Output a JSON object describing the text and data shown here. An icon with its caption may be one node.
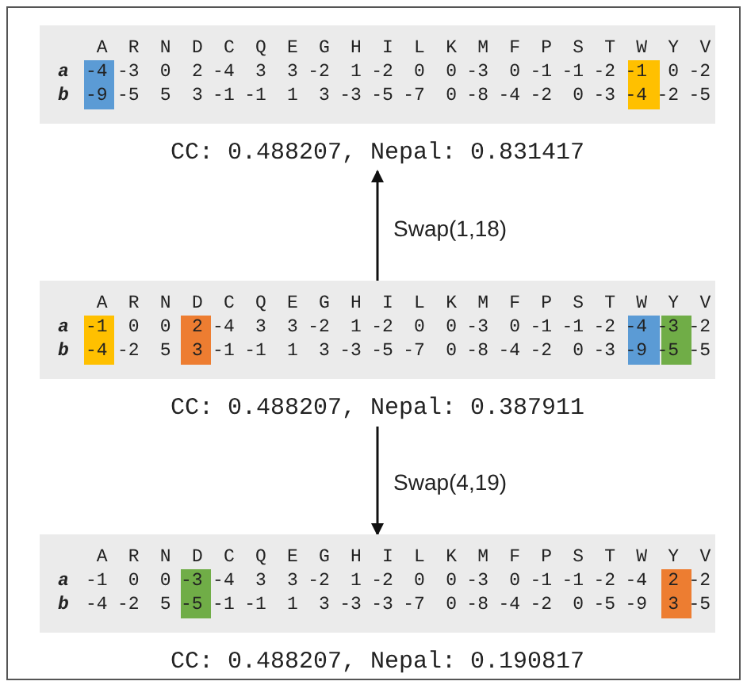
{
  "diagram": {
    "nodes": [
      {
        "text": [
          "CC: 0.488207, Nepal: 0.831417"
        ]
      },
      {
        "text": [
          "CC: 0.488207, Nepal: 0.387911"
        ]
      },
      {
        "text": [
          "CC: 0.488207, Nepal: 0.190817"
        ]
      }
    ],
    "edges": [
      {
        "from": 1,
        "to": 0,
        "arrow": "to",
        "label": "Swap(1,18)"
      },
      {
        "from": 1,
        "to": 2,
        "arrow": "to",
        "label": "Swap(4,19)"
      }
    ],
    "labels": [
      "A",
      "R",
      "N",
      "D",
      "C",
      "Q",
      "E",
      "G",
      "H",
      "I",
      "L",
      "K",
      "M",
      "F",
      "P",
      "S",
      "T",
      "W",
      "Y",
      "V",
      "a",
      "-4",
      "-3",
      "0",
      "2",
      "-4",
      "3",
      "3",
      "-2",
      "1",
      "-2",
      "0",
      "0",
      "-3",
      "0",
      "-1",
      "-1",
      "-2",
      "-1",
      "0",
      "-2",
      "b",
      "-9",
      "-5",
      "5",
      "3",
      "-1",
      "-1",
      "1",
      "3",
      "-3",
      "-5",
      "-7",
      "0",
      "-8",
      "-4",
      "-2",
      "0",
      "-3",
      "-4",
      "-2",
      "-5",
      "A",
      "R",
      "N",
      "D",
      "C",
      "Q",
      "E",
      "G",
      "H",
      "I",
      "L",
      "K",
      "M",
      "F",
      "P",
      "S",
      "T",
      "W",
      "Y",
      "V",
      "a",
      "-1",
      "0",
      "0",
      "2",
      "-4",
      "3",
      "3",
      "-2",
      "1",
      "-2",
      "0",
      "0",
      "-3",
      "0",
      "-1",
      "-1",
      "-2",
      "-4",
      "-3",
      "-2",
      "b",
      "-4",
      "-2",
      "5",
      "3",
      "-1",
      "-1",
      "1",
      "3",
      "-3",
      "-5",
      "-7",
      "0",
      "-8",
      "-4",
      "-2",
      "0",
      "-3",
      "-9",
      "-5",
      "-5",
      "A",
      "R",
      "N",
      "D",
      "C",
      "Q",
      "E",
      "G",
      "H",
      "I",
      "L",
      "K",
      "M",
      "F",
      "P",
      "S",
      "T",
      "W",
      "Y",
      "V",
      "a",
      "-1",
      "0",
      "0",
      "-3",
      "-4",
      "3",
      "3",
      "-2",
      "1",
      "-2",
      "0",
      "0",
      "-3",
      "0",
      "-1",
      "-1",
      "-2",
      "-4",
      "2",
      "-2",
      "b",
      "-4",
      "-2",
      "5",
      "-5",
      "-1",
      "-1",
      "1",
      "3",
      "-3",
      "-3",
      "-7",
      "0",
      "-8",
      "-4",
      "-2",
      "0",
      "-5",
      "-9",
      "3",
      "-5"
    ]
  }
}
